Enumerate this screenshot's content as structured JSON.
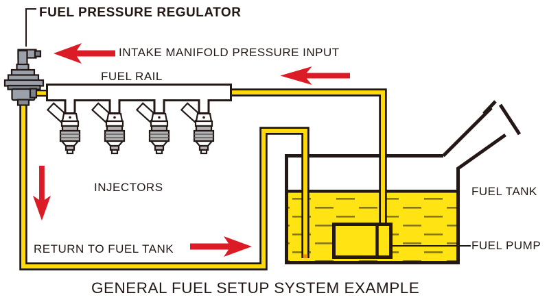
{
  "diagram": {
    "caption": "GENERAL FUEL SETUP SYSTEM EXAMPLE",
    "labels": {
      "regulator": "FUEL PRESSURE REGULATOR",
      "intake": "INTAKE MANIFOLD PRESSURE INPUT",
      "fuel_rail": "FUEL RAIL",
      "injectors": "INJECTORS",
      "return_line": "RETURN TO FUEL TANK",
      "fuel_tank": "FUEL TANK",
      "fuel_pump": "FUEL PUMP"
    },
    "flow_arrows": [
      {
        "name": "intake-manifold-pressure-arrow",
        "direction": "left"
      },
      {
        "name": "pump-to-rail-supply-arrow",
        "direction": "left"
      },
      {
        "name": "regulator-return-arrow",
        "direction": "down"
      },
      {
        "name": "return-to-tank-arrow",
        "direction": "right"
      }
    ],
    "colors": {
      "arrow_red": "#db1b26",
      "pipe_yellow": "#ffd90a",
      "fuel_yellow": "#ffe312",
      "dash_olive": "#857713",
      "metal_gray": "#9aa1ab",
      "metal_gray_dark": "#79818b",
      "outline_black": "#231815"
    }
  }
}
